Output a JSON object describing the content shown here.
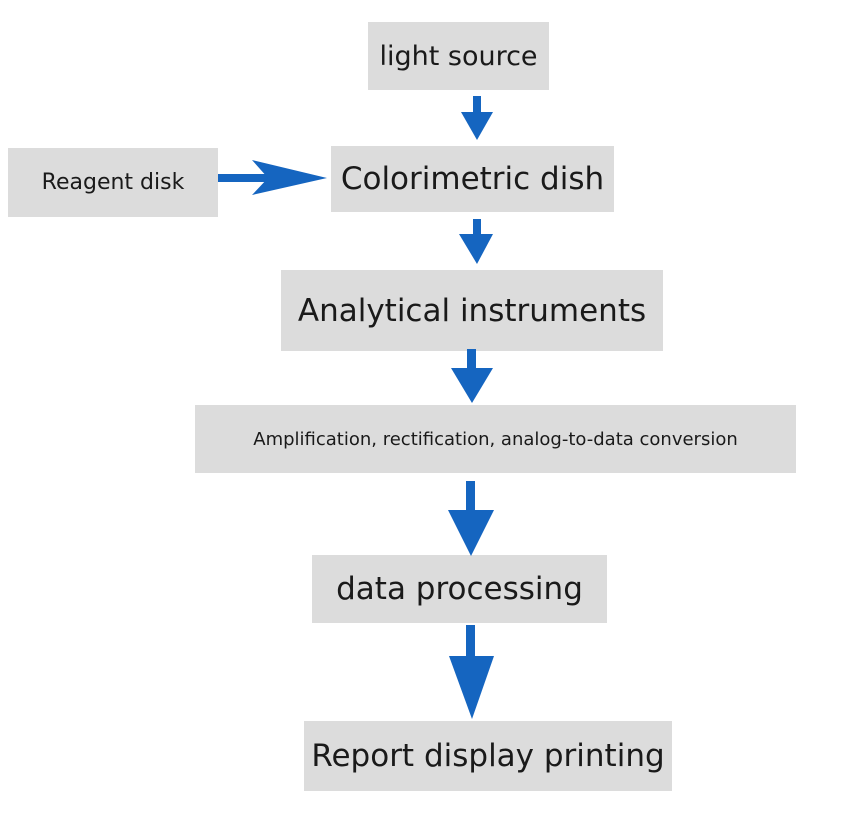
{
  "nodes": {
    "light_source": "light source",
    "reagent_disk": "Reagent disk",
    "colorimetric_dish": "Colorimetric dish",
    "analytical_instruments": "Analytical instruments",
    "amplification": "Amplification, rectification, analog-to-data conversion",
    "data_processing": "data processing",
    "report": "Report display printing"
  },
  "colors": {
    "box_fill": "#dcdcdc",
    "arrow": "#1565c0"
  }
}
